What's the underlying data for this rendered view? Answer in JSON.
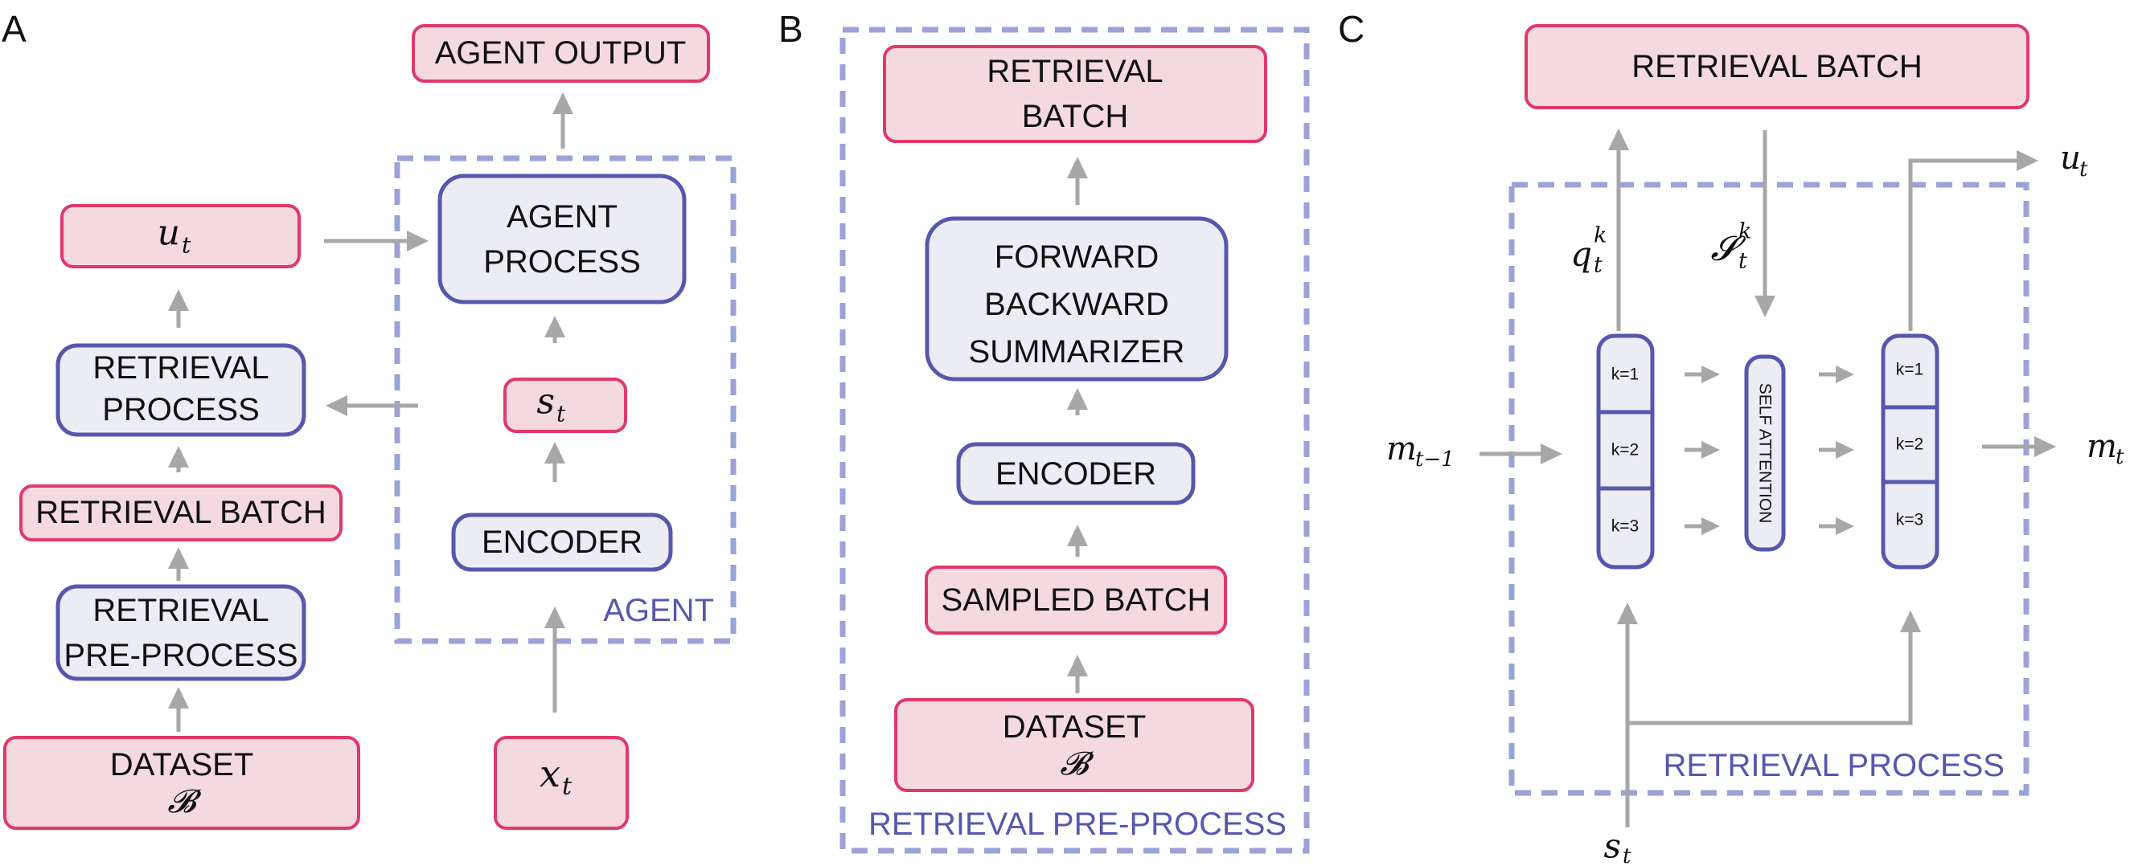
{
  "panels": [
    "A",
    "B",
    "C"
  ],
  "panel_a": {
    "agent_output": "AGENT OUTPUT",
    "agent_process": [
      "AGENT",
      "PROCESS"
    ],
    "state": "s",
    "state_sub": "t",
    "encoder": "ENCODER",
    "agent_caption": "AGENT",
    "input": "x",
    "input_sub": "t",
    "output_u": "u",
    "output_u_sub": "t",
    "retrieval_process": [
      "RETRIEVAL",
      "PROCESS"
    ],
    "retrieval_batch": "RETRIEVAL BATCH",
    "retrieval_preprocess": [
      "RETRIEVAL",
      "PRE-PROCESS"
    ],
    "dataset": "DATASET",
    "dataset_symbol": "𝓑"
  },
  "panel_b": {
    "retrieval_batch": [
      "RETRIEVAL",
      "BATCH"
    ],
    "summarizer": [
      "FORWARD",
      "BACKWARD",
      "SUMMARIZER"
    ],
    "encoder": "ENCODER",
    "sampled_batch": "SAMPLED BATCH",
    "dataset": "DATASET",
    "dataset_symbol": "𝓑",
    "caption": "RETRIEVAL PRE-PROCESS"
  },
  "panel_c": {
    "retrieval_batch": "RETRIEVAL BATCH",
    "query": "q",
    "query_sup": "k",
    "query_sub": "t",
    "summary": "𝓢",
    "summary_sup": "k",
    "summary_sub": "t",
    "output_u": "u",
    "output_u_sub": "t",
    "memory_in": "m",
    "memory_in_sub": "t−1",
    "memory_out": "m",
    "memory_out_sub": "t",
    "state": "s",
    "state_sub": "t",
    "slots_left": [
      "k=1",
      "k=2",
      "k=3"
    ],
    "slots_right": [
      "k=1",
      "k=2",
      "k=3"
    ],
    "self_attention": "SELF ATTENTION",
    "caption": "RETRIEVAL PROCESS"
  },
  "colors": {
    "pink_fill": "#f4d9e0",
    "pink_stroke": "#e1386a",
    "blue_fill": "#ecedf4",
    "blue_stroke": "#5558ad",
    "dashed_border": "#9ba2d6",
    "arrow": "#a7a7a7"
  }
}
